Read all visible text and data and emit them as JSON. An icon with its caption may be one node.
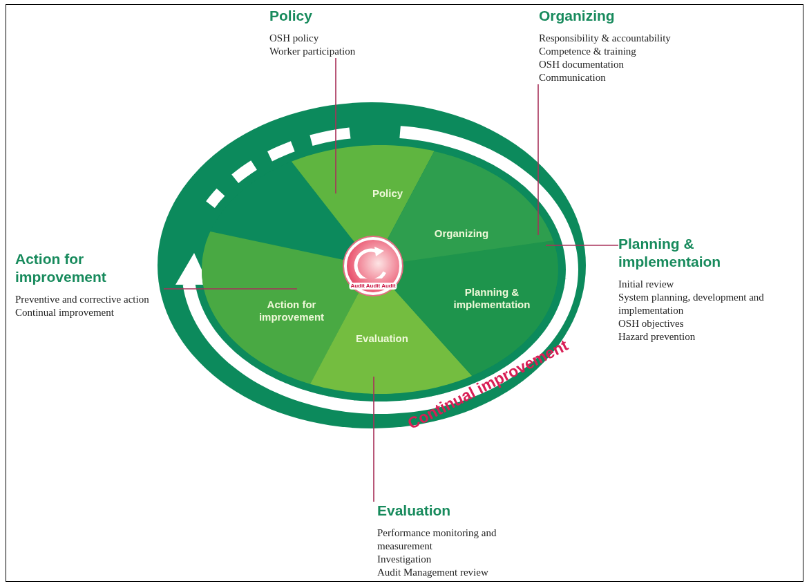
{
  "diagram": {
    "nodes": [
      {
        "text": [
          "Policy",
          "OSH policy",
          "Worker participation"
        ]
      },
      {
        "text": [
          "Organizing",
          "Responsibility & accountability",
          "Competence & training",
          "OSH documentation",
          "Communication"
        ]
      },
      {
        "text": [
          "Continual improvement"
        ]
      },
      {
        "text": [
          "Policy"
        ],
        "in": 2
      },
      {
        "text": [
          "Organizing"
        ],
        "in": 2
      },
      {
        "text": [
          "Audit Audit Audit"
        ],
        "in": 2
      },
      {
        "text": [
          "Action for improvement"
        ],
        "in": 2
      },
      {
        "text": [
          "Planning & implementation"
        ],
        "in": 2
      },
      {
        "text": [
          "Evaluation"
        ],
        "in": 2
      },
      {
        "text": [
          "Action for improvement",
          "Preventive and corrective action",
          "Continual improvement"
        ]
      },
      {
        "text": [
          "Planning & implementaion",
          "Initial review",
          "System planning, development and implementation",
          "OSH objectives",
          "Hazard prevention"
        ]
      },
      {
        "text": [
          "Evaluation",
          "Performance monitoring and measurement",
          "Investigation",
          "Audit Management review"
        ]
      }
    ],
    "edges": [
      {
        "from": 0,
        "to": 3,
        "arrow": "none"
      },
      {
        "from": 1,
        "to": 4,
        "arrow": "none"
      },
      {
        "from": 10,
        "to": 7,
        "arrow": "none"
      },
      {
        "from": 11,
        "to": 8,
        "arrow": "none"
      },
      {
        "from": 9,
        "to": 6,
        "arrow": "none"
      }
    ]
  }
}
